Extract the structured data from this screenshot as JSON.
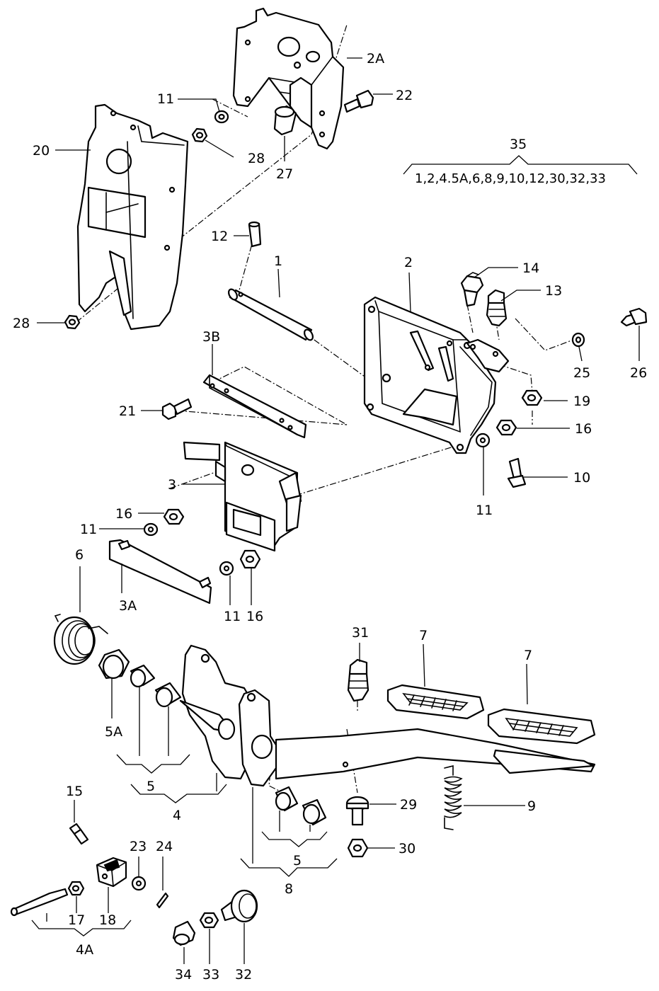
{
  "callouts": {
    "c2A": "2A",
    "c22": "22",
    "c11a": "11",
    "c28a": "28",
    "c27": "27",
    "c20": "20",
    "c35": "35",
    "c35list": "1,2,4.5A,6,8,9,10,12,30,32,33",
    "c12": "12",
    "c1": "1",
    "c2": "2",
    "c14": "14",
    "c13": "13",
    "c28b": "28",
    "c3B": "3B",
    "c26": "26",
    "c25": "25",
    "c21": "21",
    "c19": "19",
    "c16a": "16",
    "c10": "10",
    "c3": "3",
    "c11b": "11",
    "c16b": "16",
    "c11c": "11",
    "c6": "6",
    "c3A": "3A",
    "c11d": "11",
    "c16c": "16",
    "c31": "31",
    "c7a": "7",
    "c7b": "7",
    "c5A": "5A",
    "c5a": "5",
    "c4": "4",
    "c29": "29",
    "c9": "9",
    "c15": "15",
    "c5b": "5",
    "c30": "30",
    "c23": "23",
    "c24": "24",
    "c8": "8",
    "c17": "17",
    "c18": "18",
    "c4A": "4A",
    "c34": "34",
    "c33": "33",
    "c32": "32"
  }
}
